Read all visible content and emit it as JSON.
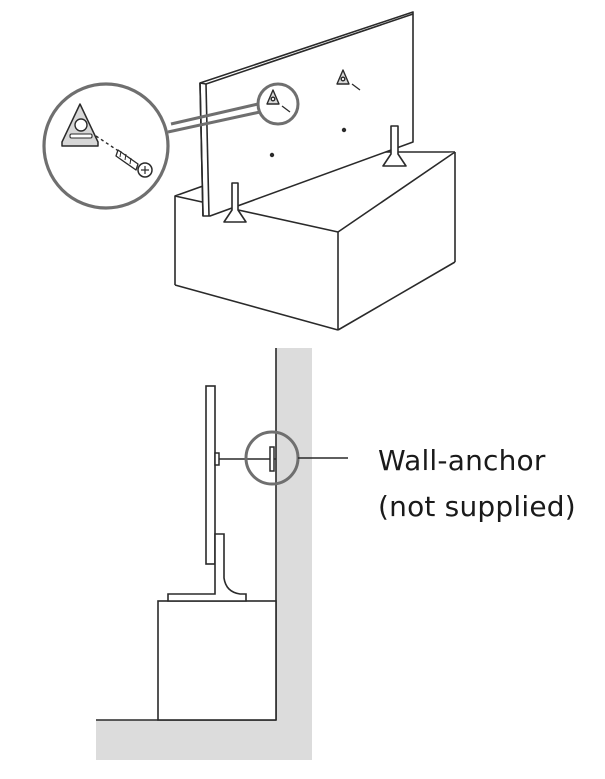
{
  "callout": {
    "line1": "Wall-anchor",
    "line2": "(not supplied)"
  },
  "colors": {
    "line": "#2a2a2a",
    "wall": "#dcdcdc",
    "anchor_fill": "#d7d7d7",
    "magnifier": "#6f6f6f",
    "background": "#ffffff"
  },
  "icons": [
    "tv-front-view",
    "furniture-box",
    "wall-mount-bracket",
    "screw-icon",
    "magnifier-circle",
    "tv-side-view",
    "wall-section"
  ]
}
